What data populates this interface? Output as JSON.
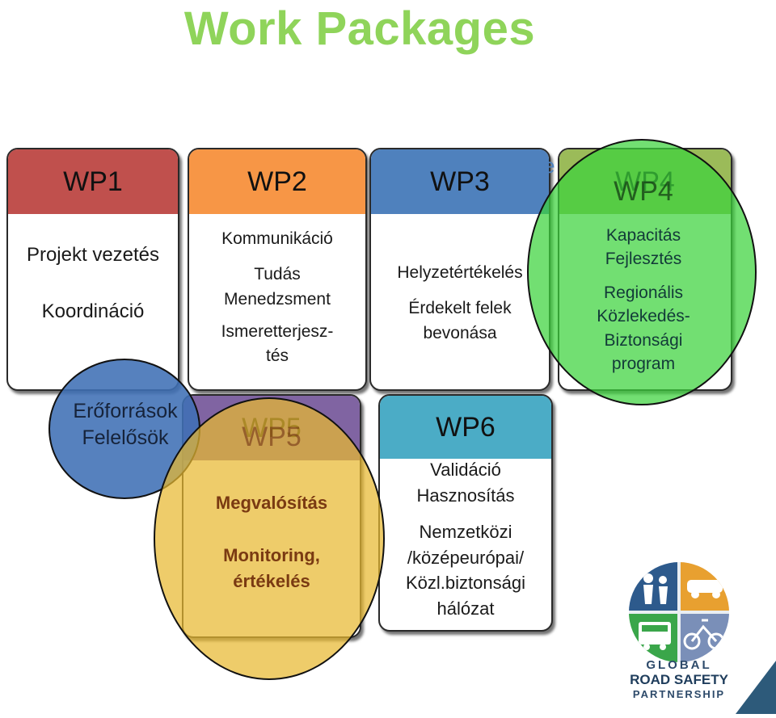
{
  "title": "Work Packages",
  "stray_letter": "e",
  "wp1": {
    "label": "WP1",
    "lines": [
      "Projekt vezetés",
      "Koordináció"
    ]
  },
  "wp2": {
    "label": "WP2",
    "lines": [
      "Kommunikáció",
      "Tudás",
      "Menedzsment",
      "Ismeretterjesz-",
      "tés"
    ]
  },
  "wp3": {
    "label": "WP3",
    "lines": [
      "Helyzetértékelés",
      "Érdekelt felek",
      "bevonása"
    ]
  },
  "wp4": {
    "label": "WP4",
    "lines": [
      "Kapacitás",
      "Fejlesztés",
      "Regionális",
      "Közlekedés-",
      "Biztonsági",
      "program"
    ]
  },
  "wp5": {
    "label": "WP5",
    "lines": [
      "Megvalósítás",
      "Monitoring,",
      "értékelés"
    ]
  },
  "wp6": {
    "label": "WP6",
    "lines": [
      "Validáció",
      "Hasznosítás",
      "Nemzetközi",
      "/középeurópai/",
      "Közl.biztonsági",
      "hálózat"
    ]
  },
  "resources_circle": {
    "lines": [
      "Erőforrások",
      "Felelősök"
    ]
  },
  "logo": {
    "line1": "GLOBAL",
    "line2": "ROAD SAFETY",
    "line3": "PARTNERSHIP"
  },
  "colors": {
    "wp1": "#c0504d",
    "wp2": "#f79646",
    "wp3": "#4f81bd",
    "wp4": "#9bbb59",
    "wp5": "#8064a2",
    "wp6": "#4bacc6",
    "title": "#8fd45a",
    "green_circle": "#3cd23c",
    "blue_circle": "#3f6fb5",
    "yellow_circle": "#e8b830"
  }
}
